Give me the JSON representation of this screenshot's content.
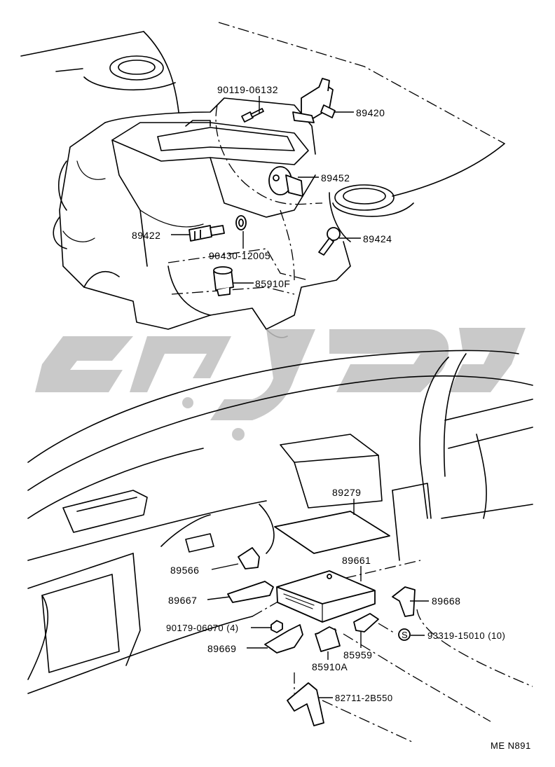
{
  "diagram": {
    "watermark_icon": "persian-logo-watermark",
    "code": "ME N891",
    "callouts": [
      {
        "id": "c1",
        "label": "90119-06132"
      },
      {
        "id": "c2",
        "label": "89420"
      },
      {
        "id": "c3",
        "label": "89452"
      },
      {
        "id": "c4",
        "label": "89422"
      },
      {
        "id": "c5",
        "label": "89424"
      },
      {
        "id": "c6",
        "label": "90430-12005"
      },
      {
        "id": "c7",
        "label": "85910F"
      },
      {
        "id": "c8",
        "label": "89279"
      },
      {
        "id": "c9",
        "label": "89661"
      },
      {
        "id": "c10",
        "label": "89566"
      },
      {
        "id": "c11",
        "label": "89667"
      },
      {
        "id": "c12",
        "label": "89668"
      },
      {
        "id": "c13",
        "label": "90179-06070 (4)"
      },
      {
        "id": "c14",
        "label": "93319-15010 (10)"
      },
      {
        "id": "c15",
        "label": "89669"
      },
      {
        "id": "c16",
        "label": "85959"
      },
      {
        "id": "c17",
        "label": "85910A"
      },
      {
        "id": "c18",
        "label": "82711-2B550"
      }
    ],
    "s_mark": "S"
  }
}
